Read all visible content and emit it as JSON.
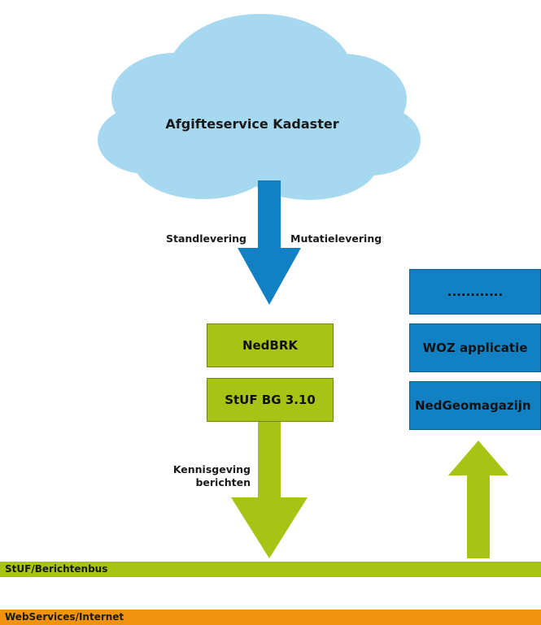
{
  "cloud": {
    "title": "Afgifteservice Kadaster"
  },
  "arrows": {
    "left_label": "Standlevering",
    "right_label": "Mutatielevering",
    "notification_line1": "Kennisgeving",
    "notification_line2": "berichten"
  },
  "left_stack": {
    "box1": "NedBRK",
    "box2": "StUF BG 3.10"
  },
  "right_stack": {
    "box1": "............",
    "box2": "WOZ applicatie",
    "box3": "NedGeomagazijn"
  },
  "buses": {
    "stuf": "StUF/Berichtenbus",
    "web": "WebServices/Internet"
  },
  "colors": {
    "cloud": "#a6d8f0",
    "blue": "#1181c4",
    "green": "#a7c414",
    "orange": "#f0920c"
  }
}
